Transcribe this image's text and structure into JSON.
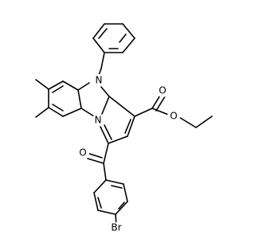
{
  "diagram": {
    "atoms": {
      "n_top": "N",
      "n_bridge": "N",
      "o_ester_carbonyl": "O",
      "o_ester_link": "O",
      "o_ketone": "O",
      "br": "Br"
    }
  },
  "colors": {
    "bond": "#000000",
    "text": "#000000",
    "background": "#ffffff"
  }
}
